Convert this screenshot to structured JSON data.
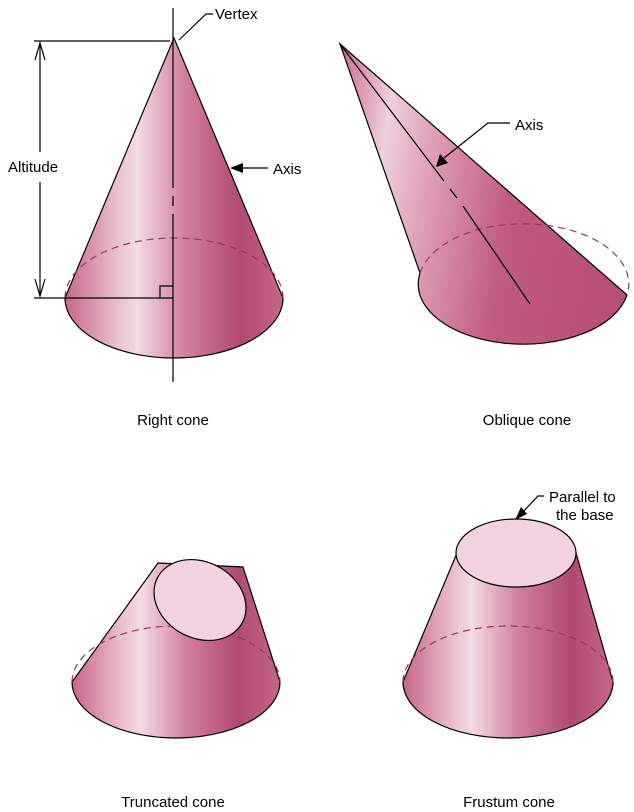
{
  "figures": {
    "right_cone": {
      "caption": "Right cone",
      "labels": {
        "vertex": "Vertex",
        "axis": "Axis",
        "altitude": "Altitude"
      }
    },
    "oblique_cone": {
      "caption": "Oblique cone",
      "labels": {
        "axis": "Axis"
      }
    },
    "truncated_cone": {
      "caption": "Truncated cone"
    },
    "frustum_cone": {
      "caption": "Frustum cone",
      "labels": {
        "parallel_line1": "Parallel to",
        "parallel_line2": "the base"
      }
    }
  },
  "colors": {
    "cone_dark": "#b34e74",
    "cone_mid": "#d4809d",
    "cone_highlight": "#f4dbe4",
    "top_face": "#f1d2de",
    "outline": "#000000",
    "hidden_edge": "#8c3a58"
  }
}
